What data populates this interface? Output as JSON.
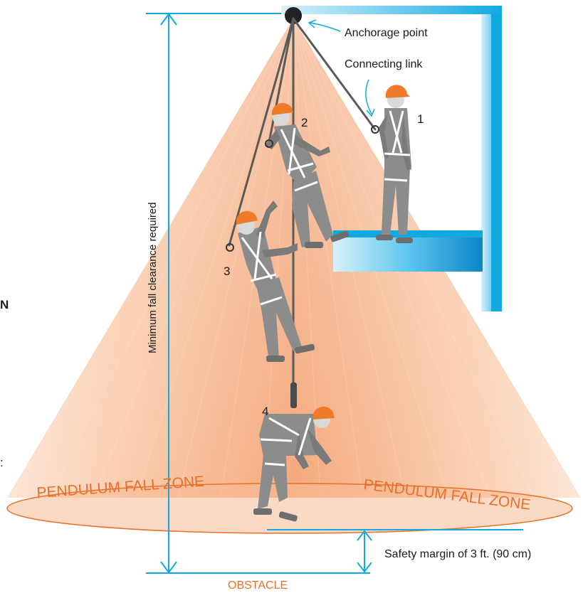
{
  "labels": {
    "anchorage": "Anchorage point",
    "connecting_link": "Connecting link",
    "clearance": "Minimum fall clearance required",
    "zone_left": "PENDULUM FALL ZONE",
    "zone_right": "PENDULUM FALL ZONE",
    "safety_margin": "Safety margin of 3 ft. (90 cm)",
    "obstacle": "OBSTACLE",
    "worker_1": "1",
    "worker_2": "2",
    "worker_3": "3",
    "worker_4": "4",
    "edge_fragment_1": "N",
    "edge_fragment_2": ":"
  },
  "colors": {
    "cone": "#f6b58a",
    "cone_light": "#fde3d2",
    "orange_text": "#e8702a",
    "blue": "#12a9e0",
    "blue_dark": "#0b86c7",
    "suit": "#8c8c8c",
    "suit_dark": "#6e6e6e",
    "helmet": "#ef7a2a",
    "rope": "#5a5a5a"
  }
}
